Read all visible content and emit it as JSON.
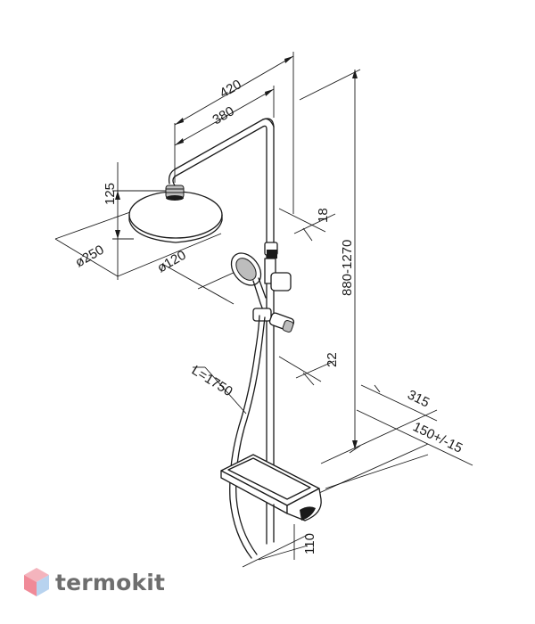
{
  "dimensions": {
    "width_overall": "420",
    "width_arm": "380",
    "head_height": "125",
    "head_diameter": "ø250",
    "hand_diameter": "ø120",
    "bar_offset_top": "18",
    "height_range": "880-1270",
    "bar_offset_bottom": "22",
    "hose_length": "L=1750",
    "depth": "315",
    "connection_spacing": "150+/-15",
    "shelf_height": "110"
  },
  "watermark": {
    "brand": "termokit",
    "colors": {
      "top": "#f4b4bd",
      "left": "#f08a98",
      "right": "#b8d3ef",
      "text": "#6e6e6e"
    }
  }
}
